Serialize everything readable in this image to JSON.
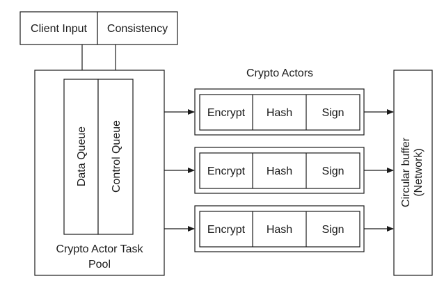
{
  "inputs": {
    "client_input": "Client Input",
    "consistency": "Consistency"
  },
  "pool": {
    "label_line1": "Crypto Actor Task",
    "label_line2": "Pool",
    "data_queue": "Data Queue",
    "control_queue": "Control Queue"
  },
  "actors": {
    "title": "Crypto Actors",
    "rows": [
      {
        "encrypt": "Encrypt",
        "hash": "Hash",
        "sign": "Sign"
      },
      {
        "encrypt": "Encrypt",
        "hash": "Hash",
        "sign": "Sign"
      },
      {
        "encrypt": "Encrypt",
        "hash": "Hash",
        "sign": "Sign"
      }
    ]
  },
  "buffer": {
    "line1": "Circular buffer",
    "line2": "(Network)"
  },
  "colors": {
    "stroke": "#1a1a1a",
    "background": "#ffffff"
  }
}
